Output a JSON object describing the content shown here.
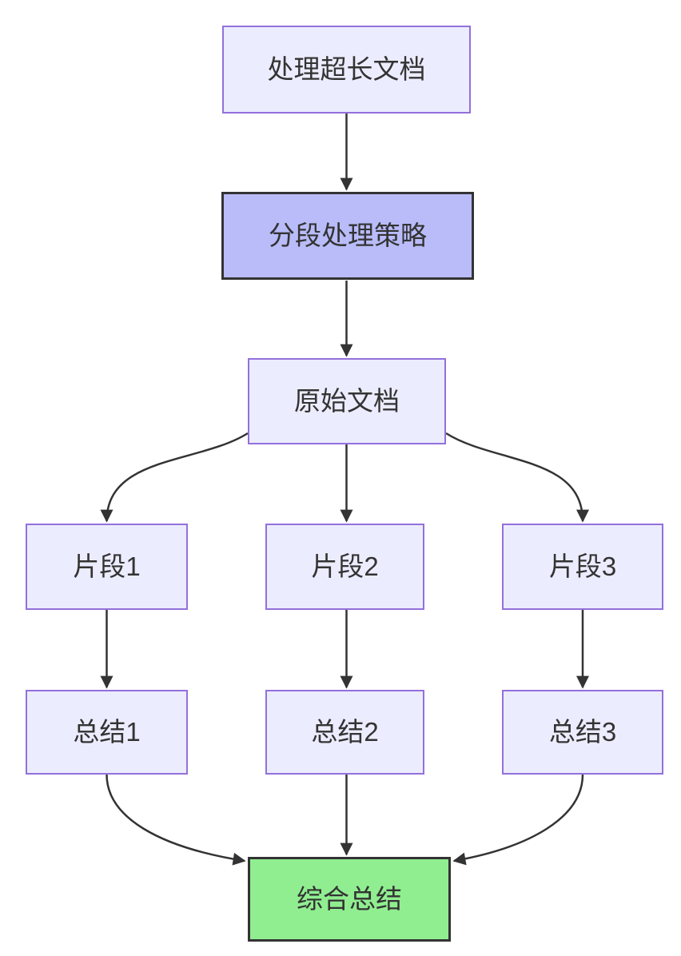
{
  "diagram": {
    "type": "flowchart",
    "direction": "top-down",
    "nodes": [
      {
        "id": "start",
        "label": "处理超长文档",
        "role": "default"
      },
      {
        "id": "strategy",
        "label": "分段处理策略",
        "role": "highlight"
      },
      {
        "id": "doc",
        "label": "原始文档",
        "role": "default"
      },
      {
        "id": "chunk1",
        "label": "片段1",
        "role": "default"
      },
      {
        "id": "chunk2",
        "label": "片段2",
        "role": "default"
      },
      {
        "id": "chunk3",
        "label": "片段3",
        "role": "default"
      },
      {
        "id": "sum1",
        "label": "总结1",
        "role": "default"
      },
      {
        "id": "sum2",
        "label": "总结2",
        "role": "default"
      },
      {
        "id": "sum3",
        "label": "总结3",
        "role": "default"
      },
      {
        "id": "final",
        "label": "综合总结",
        "role": "success"
      }
    ],
    "edges": [
      {
        "from": "start",
        "to": "strategy"
      },
      {
        "from": "strategy",
        "to": "doc"
      },
      {
        "from": "doc",
        "to": "chunk1"
      },
      {
        "from": "doc",
        "to": "chunk2"
      },
      {
        "from": "doc",
        "to": "chunk3"
      },
      {
        "from": "chunk1",
        "to": "sum1"
      },
      {
        "from": "chunk2",
        "to": "sum2"
      },
      {
        "from": "chunk3",
        "to": "sum3"
      },
      {
        "from": "sum1",
        "to": "final"
      },
      {
        "from": "sum2",
        "to": "final"
      },
      {
        "from": "sum3",
        "to": "final"
      }
    ],
    "colors": {
      "background": "#ffffff",
      "node_fill": "#ECECFF",
      "node_border": "#9370DB",
      "highlight_fill": "#b9bcf9",
      "highlight_border": "#333333",
      "success_fill": "#90EE90",
      "success_border": "#333333",
      "edge": "#333333",
      "text": "#333333"
    }
  }
}
